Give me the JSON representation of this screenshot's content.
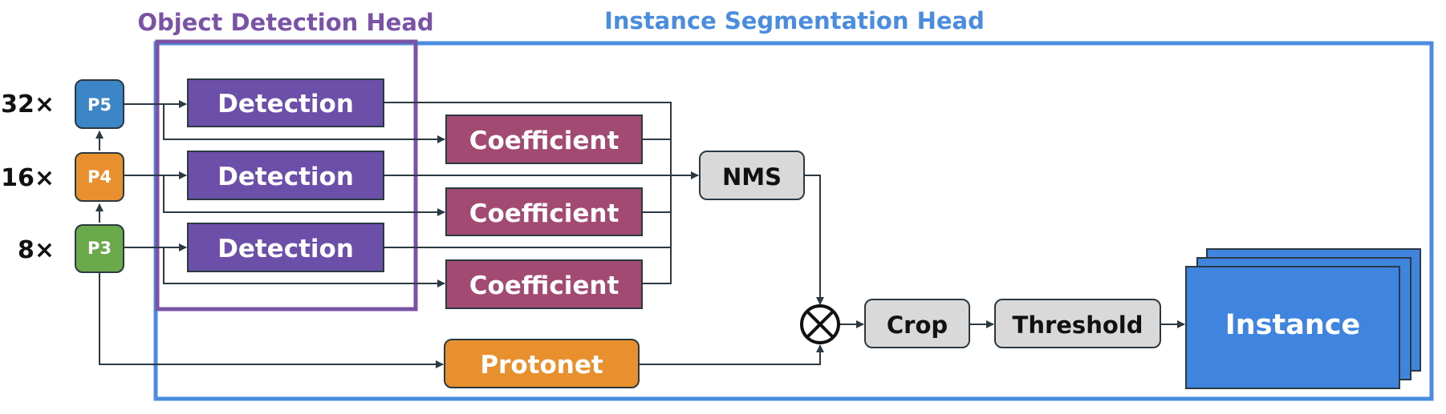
{
  "titles": {
    "object_detection": "Object Detection Head",
    "instance_segmentation": "Instance Segmentation Head"
  },
  "scales": {
    "p5": "32×",
    "p4": "16×",
    "p3": "8×"
  },
  "pyramid": {
    "p5": "P5",
    "p4": "P4",
    "p3": "P3"
  },
  "detection": {
    "label": "Detection"
  },
  "coefficient": {
    "label": "Coefficient"
  },
  "nms": {
    "label": "NMS"
  },
  "protonet": {
    "label": "Protonet"
  },
  "crop": {
    "label": "Crop"
  },
  "threshold": {
    "label": "Threshold"
  },
  "instance": {
    "label": "Instance"
  },
  "colors": {
    "detection_purple": "#6b4fa8",
    "od_frame_purple": "#7a52a6",
    "coefficient_red": "#a34a72",
    "p5_blue": "#3c86c8",
    "p4_orange": "#e8902e",
    "p3_green": "#6aaa4a",
    "protonet_orange": "#e8902e",
    "grey_box": "#d9d9d9",
    "instance_blue": "#3f85e0",
    "is_frame_blue": "#4a8de0",
    "arrow": "#2b3a42"
  }
}
